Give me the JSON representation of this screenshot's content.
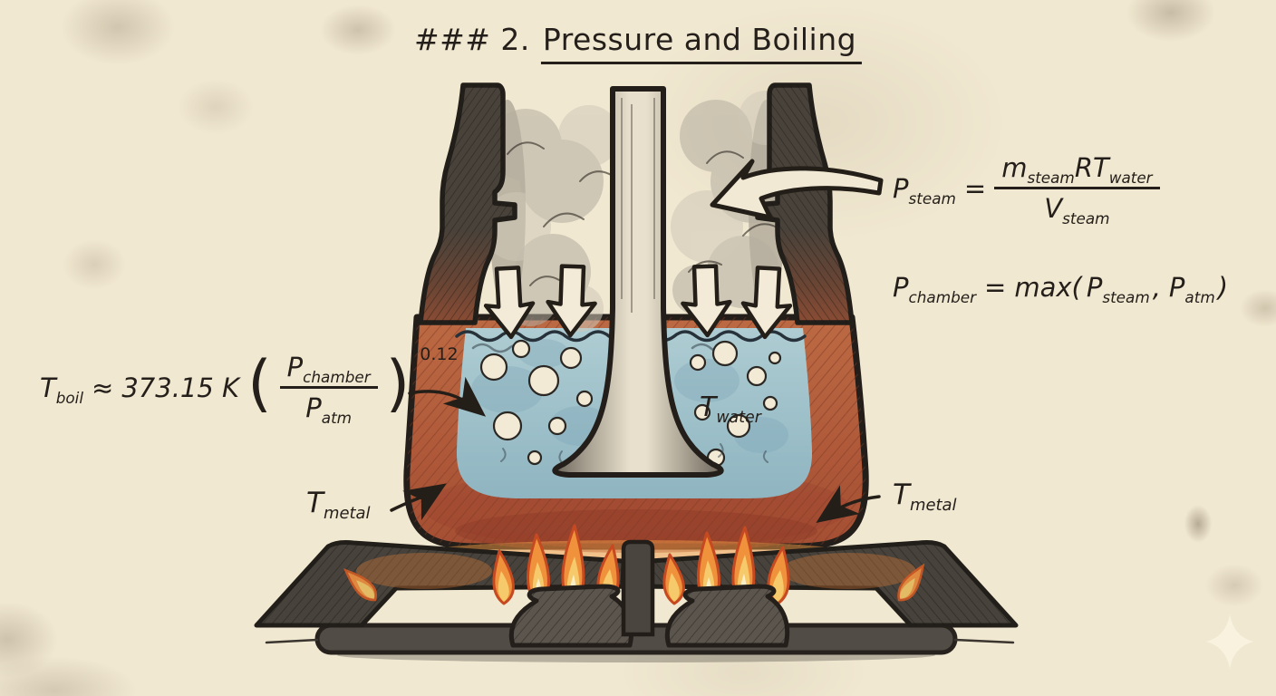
{
  "title": {
    "prefix": "### 2.",
    "heading": "Pressure and Boiling"
  },
  "equations": {
    "p_steam": {
      "lhs_base": "P",
      "lhs_sub": "steam",
      "equals": "=",
      "num_m_base": "m",
      "num_m_sub": "steam",
      "num_rt_base": "RT",
      "num_rt_sub": "water",
      "den_base": "V",
      "den_sub": "steam"
    },
    "p_chamber": {
      "lhs_base": "P",
      "lhs_sub": "chamber",
      "equals": "=",
      "func": "max(",
      "arg1_base": "P",
      "arg1_sub": "steam",
      "separator": ",",
      "arg2_base": "P",
      "arg2_sub": "atm",
      "close": ")"
    },
    "t_boil": {
      "lhs_base": "T",
      "lhs_sub": "boil",
      "approx": "≈",
      "coefficient": "373.15 K",
      "open_paren": "(",
      "num_base": "P",
      "num_sub": "chamber",
      "den_base": "P",
      "den_sub": "atm",
      "close_paren": ")",
      "exponent": "0.12"
    }
  },
  "annotations": {
    "t_water": {
      "base": "T",
      "sub": "water"
    },
    "t_metal_left": {
      "base": "T",
      "sub": "metal"
    },
    "t_metal_right": {
      "base": "T",
      "sub": "metal"
    }
  },
  "illustration": {
    "description": "Cross-section sketch of a moka-pot style kettle on a gas burner: steam chamber with downward pressure arrows over boiling water with bubbles, red-hot metal base above gas flames",
    "icons": {
      "sparkle": "four-pointed-star"
    }
  },
  "colors": {
    "paper": "#f1e8d1",
    "ink": "#241f1a",
    "steam": "#b7b0a3",
    "water": "#a5c6cc",
    "hot_metal": "#b5603d",
    "flame_orange": "#f0913c",
    "flame_yellow": "#f6c96a",
    "flame_core": "#f9eec6",
    "stand": "#47423b"
  }
}
